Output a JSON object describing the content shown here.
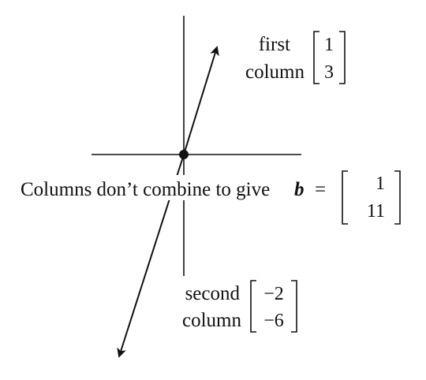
{
  "first_column": {
    "label_line1": "first",
    "label_line2": "column",
    "vector_top": "1",
    "vector_bottom": "3"
  },
  "second_column": {
    "label_line1": "second",
    "label_line2": "column",
    "vector_top": "−2",
    "vector_bottom": "−6"
  },
  "caption": {
    "text": "Columns don’t combine to give",
    "symbol": "b",
    "equals": "=",
    "vector_top": "1",
    "vector_bottom": "11"
  },
  "colors": {
    "ink": "#111111"
  }
}
